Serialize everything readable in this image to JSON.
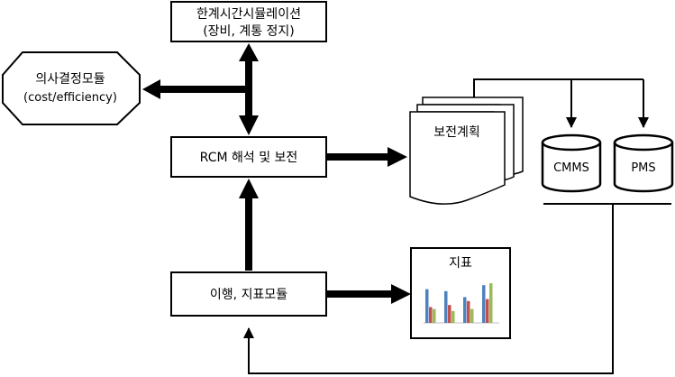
{
  "nodes": {
    "simulation": {
      "line1": "한계시간시뮬레이션",
      "line2": "(장비, 계통 정지)"
    },
    "decision": {
      "line1": "의사결정모듈",
      "line2": "(cost/efficiency)"
    },
    "rcm": {
      "label": "RCM 해석 및 보전"
    },
    "implementation": {
      "label": "이행, 지표모듈"
    },
    "plan": {
      "label": "보전계획"
    },
    "cmms": {
      "label": "CMMS"
    },
    "pms": {
      "label": "PMS"
    },
    "indicator": {
      "label": "지표"
    }
  },
  "mini_chart": {
    "type": "bar",
    "series_colors": [
      "#4f81bd",
      "#c0504d",
      "#9bbb59",
      "#8064a2"
    ],
    "groups": [
      [
        0.85,
        0.4,
        0.35,
        0.0
      ],
      [
        0.8,
        0.45,
        0.3,
        0.0
      ],
      [
        0.65,
        0.55,
        0.35,
        0.0
      ],
      [
        0.95,
        0.6,
        1.0,
        0.0
      ]
    ]
  }
}
